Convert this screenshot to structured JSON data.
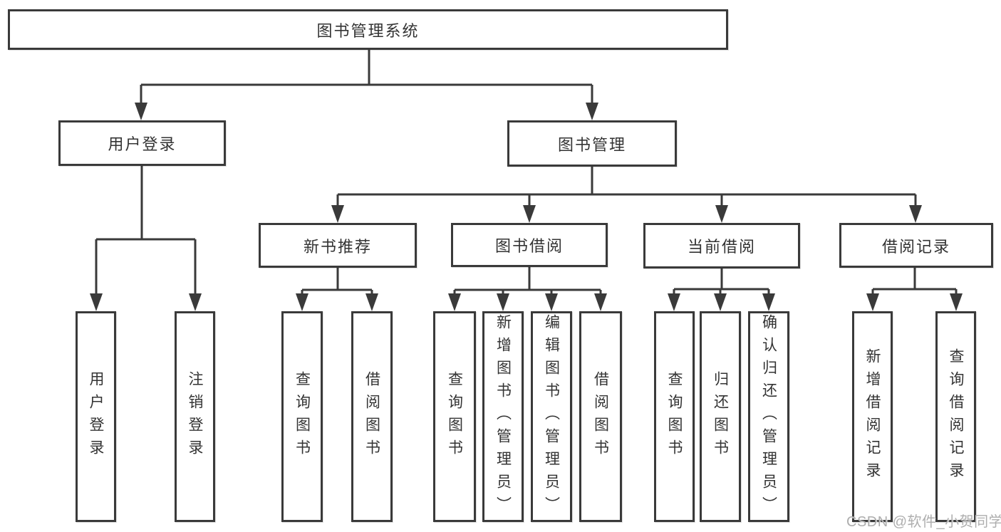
{
  "diagram_title": "图书管理系统",
  "nodes": {
    "root": "图书管理系统",
    "user_login": "用户登录",
    "book_management": "图书管理",
    "new_book_recommendation": "新书推荐",
    "book_borrowing": "图书借阅",
    "current_borrowing": "当前借阅",
    "borrowing_records": "借阅记录",
    "leaf_user_login": "用户登录",
    "leaf_logout": "注销登录",
    "leaf_nr_query_books": "查询图书",
    "leaf_nr_borrow_books": "借阅图书",
    "leaf_bb_query_books": "查询图书",
    "leaf_bb_add_books": "新增图书（管理员）",
    "leaf_bb_edit_books": "编辑图书（管理员）",
    "leaf_bb_borrow_books": "借阅图书",
    "leaf_cb_query_books": "查询图书",
    "leaf_cb_return_books": "归还图书",
    "leaf_cb_confirm_return": "确认归还（管理员）",
    "leaf_br_add_record": "新增借阅记录",
    "leaf_br_query_record": "查询借阅记录"
  },
  "watermark": {
    "text": "CSDN @软件_小贺同学"
  },
  "colors": {
    "line": "#3a3a3a",
    "text": "#333333",
    "background": "#ffffff",
    "watermark": "#aeaeae"
  }
}
